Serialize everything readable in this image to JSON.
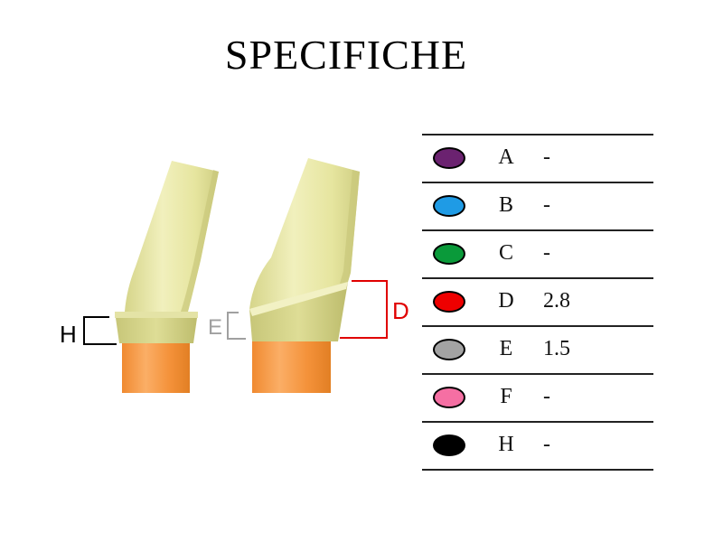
{
  "title": "SPECIFICHE",
  "diagram_labels": {
    "h": "H",
    "e": "E",
    "d": "D"
  },
  "colors": {
    "h_marker": "#000000",
    "e_marker": "#a0a0a0",
    "d_marker": "#e00000",
    "abutment": "#ecebb0",
    "implant": "#f7953a"
  },
  "specs": [
    {
      "letter": "A",
      "value": "-",
      "color": "#6b2270"
    },
    {
      "letter": "B",
      "value": "-",
      "color": "#1f9be5"
    },
    {
      "letter": "C",
      "value": "-",
      "color": "#0a9a3a"
    },
    {
      "letter": "D",
      "value": "2.8",
      "color": "#ee0000"
    },
    {
      "letter": "E",
      "value": "1.5",
      "color": "#a3a3a3"
    },
    {
      "letter": "F",
      "value": "-",
      "color": "#f56fa3"
    },
    {
      "letter": "H",
      "value": "-",
      "color": "#000000"
    }
  ]
}
